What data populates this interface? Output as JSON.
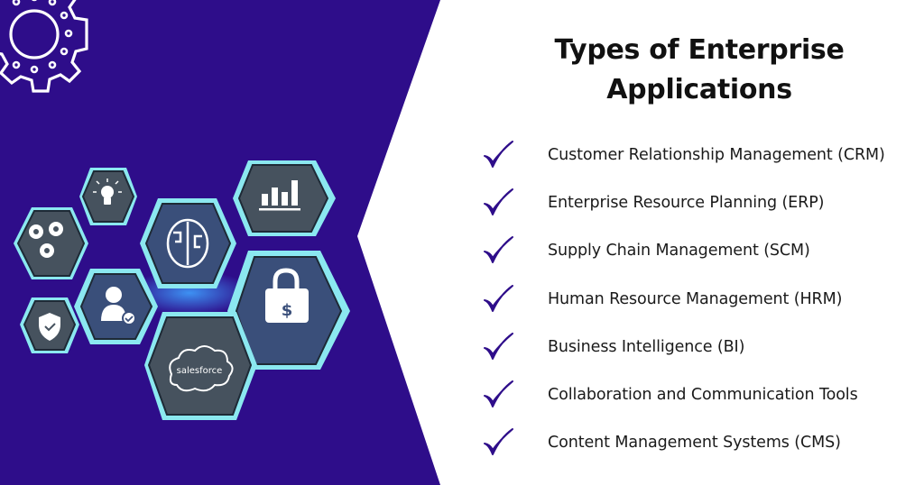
{
  "colors": {
    "purple_bg": "#2E0D8A",
    "check_color": "#2E0D8A",
    "hex_fill": "#46525E",
    "hex_glow": "#8BE8F0",
    "text": "#1a1a1a"
  },
  "heading": {
    "line1": "Types of Enterprise",
    "line2": "Applications"
  },
  "list": [
    {
      "label": "Customer Relationship Management (CRM)",
      "icon": "checkmark-icon"
    },
    {
      "label": "Enterprise Resource Planning (ERP)",
      "icon": "checkmark-icon"
    },
    {
      "label": "Supply Chain Management (SCM)",
      "icon": "checkmark-icon"
    },
    {
      "label": "Human Resource Management (HRM)",
      "icon": "checkmark-icon"
    },
    {
      "label": "Business Intelligence (BI)",
      "icon": "checkmark-icon"
    },
    {
      "label": "Collaboration and Communication Tools",
      "icon": "checkmark-icon"
    },
    {
      "label": "Content Management Systems (CMS)",
      "icon": "checkmark-icon"
    }
  ],
  "illustration": {
    "hex_icons": [
      "gears-icon",
      "lightbulb-icon",
      "brain-icon",
      "bar-chart-icon",
      "user-check-icon",
      "shield-check-icon",
      "padlock-dollar-icon",
      "salesforce-cloud-icon"
    ],
    "salesforce_text": "salesforce"
  }
}
